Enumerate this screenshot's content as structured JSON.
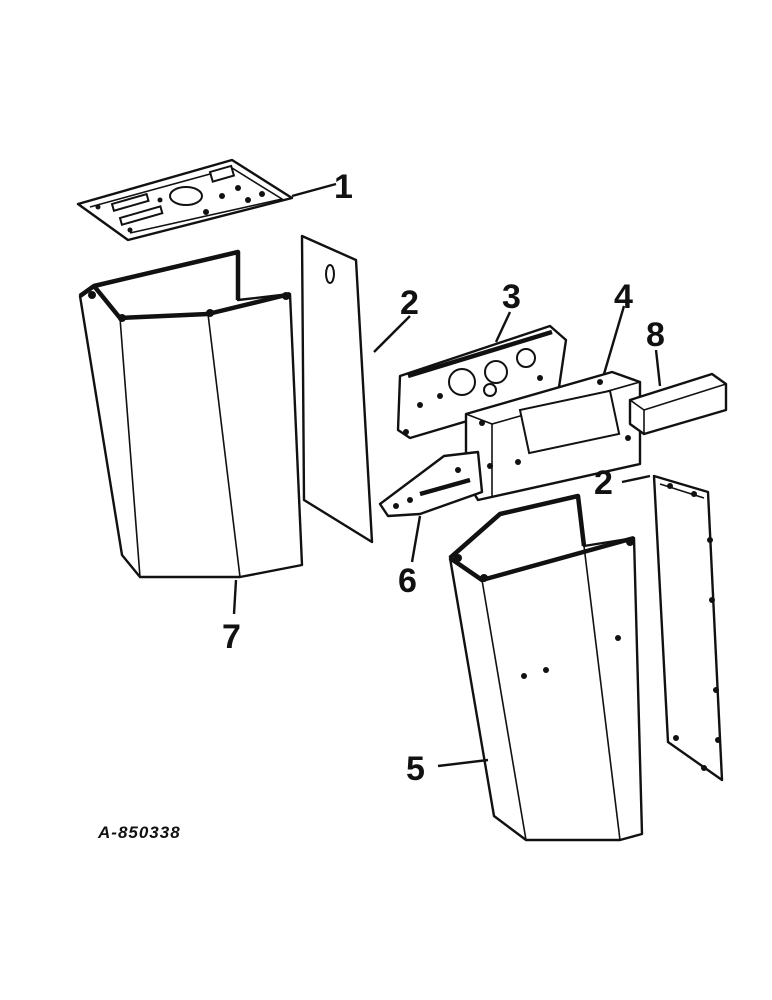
{
  "diagram": {
    "figure_id": "A-850338",
    "callouts": {
      "part_1": "1",
      "part_2_panel": "2",
      "part_2_side": "2",
      "part_3": "3",
      "part_4": "4",
      "part_5": "5",
      "part_6": "6",
      "part_7": "7",
      "part_8": "8"
    }
  }
}
